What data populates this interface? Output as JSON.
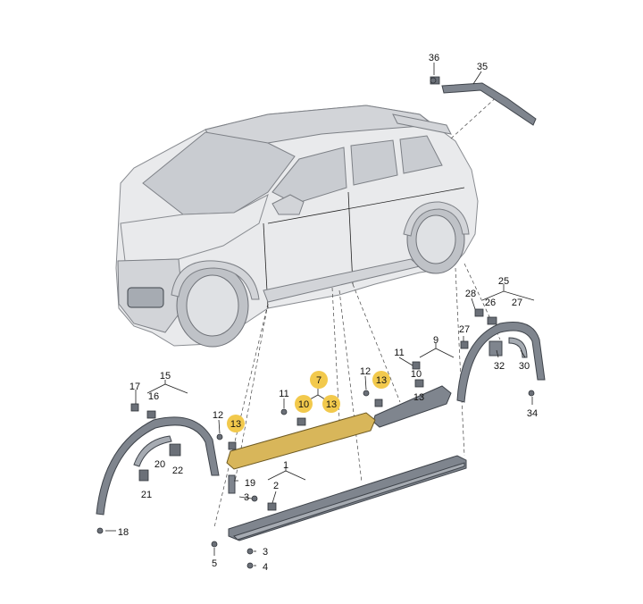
{
  "diagram": {
    "type": "exploded-parts",
    "highlight_color": "#f2c94c",
    "callouts": [
      {
        "id": "c36",
        "text": "36",
        "highlight": false
      },
      {
        "id": "c35",
        "text": "35",
        "highlight": false
      },
      {
        "id": "c25",
        "text": "25",
        "highlight": false
      },
      {
        "id": "c28",
        "text": "28",
        "highlight": false
      },
      {
        "id": "c26",
        "text": "26",
        "highlight": false
      },
      {
        "id": "c27a",
        "text": "27",
        "highlight": false
      },
      {
        "id": "c27b",
        "text": "27",
        "highlight": false
      },
      {
        "id": "c32",
        "text": "32",
        "highlight": false
      },
      {
        "id": "c30",
        "text": "30",
        "highlight": false
      },
      {
        "id": "c34",
        "text": "34",
        "highlight": false
      },
      {
        "id": "c11a",
        "text": "11",
        "highlight": false
      },
      {
        "id": "c9",
        "text": "9",
        "highlight": false
      },
      {
        "id": "c10a",
        "text": "10",
        "highlight": false
      },
      {
        "id": "c13a",
        "text": "13",
        "highlight": false
      },
      {
        "id": "c12a",
        "text": "12",
        "highlight": false
      },
      {
        "id": "c13b",
        "text": "13",
        "highlight": true
      },
      {
        "id": "c7",
        "text": "7",
        "highlight": true
      },
      {
        "id": "c11b",
        "text": "11",
        "highlight": false
      },
      {
        "id": "c10b",
        "text": "10",
        "highlight": true
      },
      {
        "id": "c13c",
        "text": "13",
        "highlight": true
      },
      {
        "id": "c17",
        "text": "17",
        "highlight": false
      },
      {
        "id": "c15",
        "text": "15",
        "highlight": false
      },
      {
        "id": "c16",
        "text": "16",
        "highlight": false
      },
      {
        "id": "c12b",
        "text": "12",
        "highlight": false
      },
      {
        "id": "c13d",
        "text": "13",
        "highlight": true
      },
      {
        "id": "c20",
        "text": "20",
        "highlight": false
      },
      {
        "id": "c22",
        "text": "22",
        "highlight": false
      },
      {
        "id": "c21",
        "text": "21",
        "highlight": false
      },
      {
        "id": "c19",
        "text": "19",
        "highlight": false
      },
      {
        "id": "c1",
        "text": "1",
        "highlight": false
      },
      {
        "id": "c2",
        "text": "2",
        "highlight": false
      },
      {
        "id": "c3a",
        "text": "3",
        "highlight": false
      },
      {
        "id": "c18",
        "text": "18",
        "highlight": false
      },
      {
        "id": "c5",
        "text": "5",
        "highlight": false
      },
      {
        "id": "c3b",
        "text": "3",
        "highlight": false
      },
      {
        "id": "c4",
        "text": "4",
        "highlight": false
      }
    ]
  }
}
